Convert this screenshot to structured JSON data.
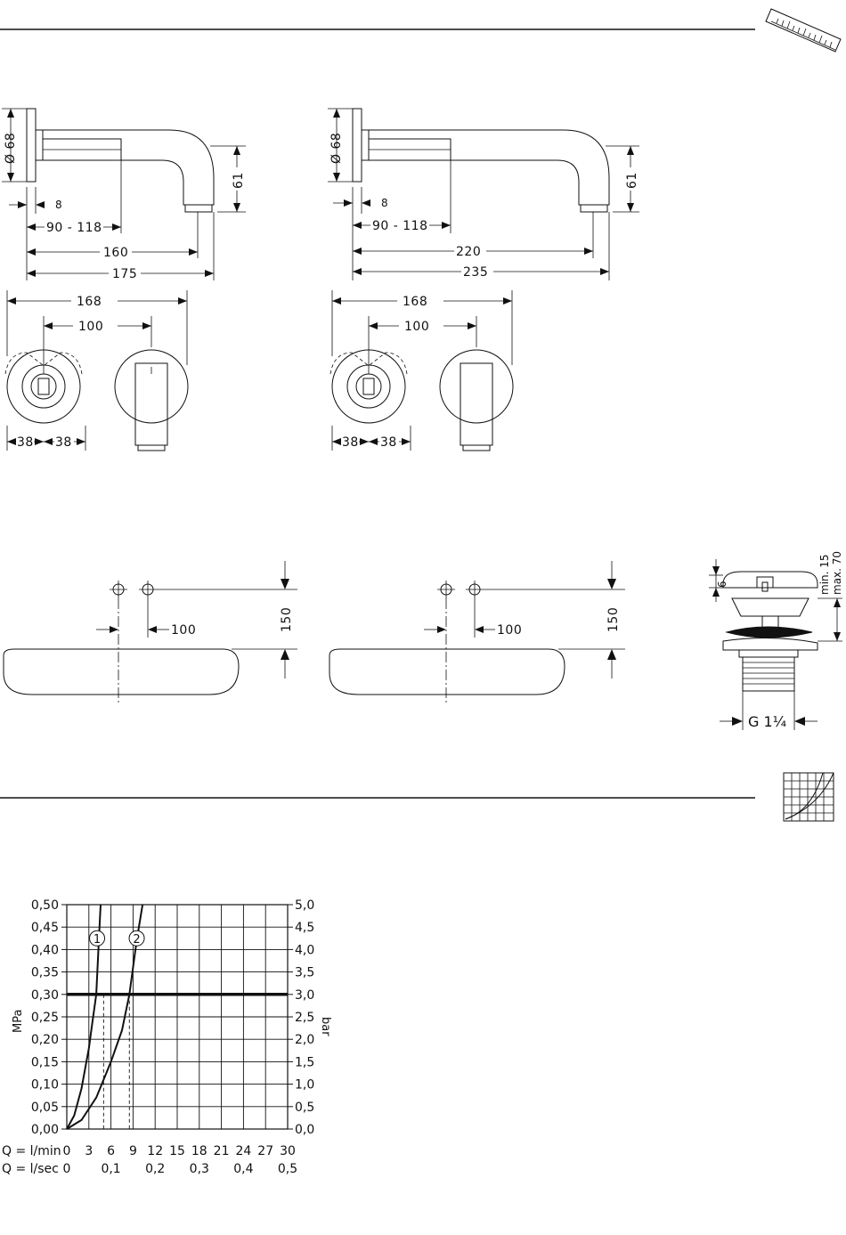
{
  "drawing_left": {
    "dims": {
      "diameter": "Ø 68",
      "d8": "8",
      "d90": "90 - 118",
      "d160": "160",
      "d175": "175",
      "d61": "61",
      "d168": "168",
      "d100": "100",
      "d38a": "38",
      "d38b": "38"
    }
  },
  "drawing_right": {
    "dims": {
      "diameter": "Ø 68",
      "d8": "8",
      "d90": "90 - 118",
      "d220": "220",
      "d235": "235",
      "d61": "61",
      "d168": "168",
      "d100": "100",
      "d38a": "38",
      "d38b": "38"
    }
  },
  "basin_left": {
    "d100": "100",
    "d150": "150"
  },
  "basin_right": {
    "d100": "100",
    "d150": "150"
  },
  "waste": {
    "d6": "6",
    "minmax_1": "min. 15",
    "minmax_2": "max. 70",
    "thread": "G 1¼"
  },
  "chart_data": {
    "type": "line",
    "ylabel_left": "MPa",
    "ylabel_right": "bar",
    "x_row1_label": "Q = l/min",
    "x_row2_label": "Q = l/sec",
    "x_ticks_lmin": [
      "0",
      "3",
      "6",
      "9",
      "12",
      "15",
      "18",
      "21",
      "24",
      "27",
      "30"
    ],
    "x_ticks_lsec": [
      "0",
      "0,1",
      "0,2",
      "0,3",
      "0,4",
      "0,5"
    ],
    "y_ticks_mpa": [
      "0,00",
      "0,05",
      "0,10",
      "0,15",
      "0,20",
      "0,25",
      "0,30",
      "0,35",
      "0,40",
      "0,45",
      "0,50"
    ],
    "y_ticks_bar": [
      "0,0",
      "0,5",
      "1,0",
      "1,5",
      "2,0",
      "2,5",
      "3,0",
      "3,5",
      "4,0",
      "4,5",
      "5,0"
    ],
    "xlim": [
      0,
      30
    ],
    "ylim": [
      0,
      0.5
    ],
    "reference_pressure": 0.3,
    "series": [
      {
        "name": "1",
        "x": [
          0,
          1,
          2,
          3,
          3.5,
          4,
          4.3,
          4.6
        ],
        "y": [
          0,
          0.03,
          0.09,
          0.18,
          0.24,
          0.3,
          0.4,
          0.5
        ]
      },
      {
        "name": "2",
        "x": [
          0,
          2,
          4,
          6,
          7.5,
          8.5,
          9.5,
          10.3
        ],
        "y": [
          0,
          0.02,
          0.07,
          0.15,
          0.22,
          0.3,
          0.42,
          0.5
        ]
      }
    ],
    "reference_flows": [
      5,
      8.5
    ]
  }
}
